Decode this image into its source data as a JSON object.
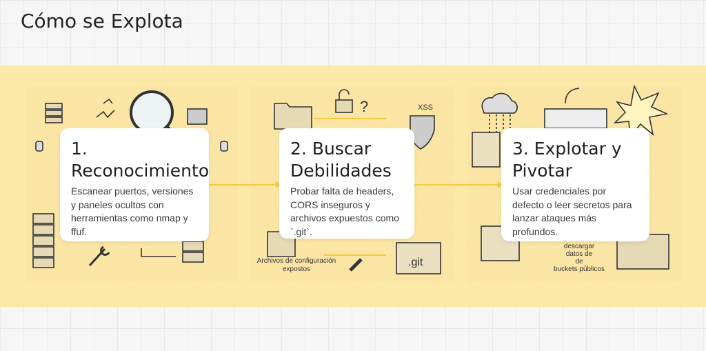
{
  "title": "Cómo se Explota",
  "steps": [
    {
      "heading": "1. Reconocimiento",
      "number": "1.",
      "name": "Reconocimiento",
      "body": "Escanear puertos, versiones y paneles ocultos con herramientas como nmap y ffuf."
    },
    {
      "heading": "2. Buscar Debilidades",
      "body": "Probar falta de headers, CORS inseguros y archivos expuestos como `.git`."
    },
    {
      "heading": "3. Explotar y Pivotar",
      "body": "Usar credenciales por defecto o leer secretos para lanzar ataques más profundos."
    }
  ],
  "illustration_labels": {
    "xss": "XSS",
    "config_files": "Archivos de configuración expostos",
    "git": ".git",
    "download_line1": "descargar",
    "download_line2": "datos de",
    "download_line3": "de",
    "download_line4": "buckets públicos"
  }
}
